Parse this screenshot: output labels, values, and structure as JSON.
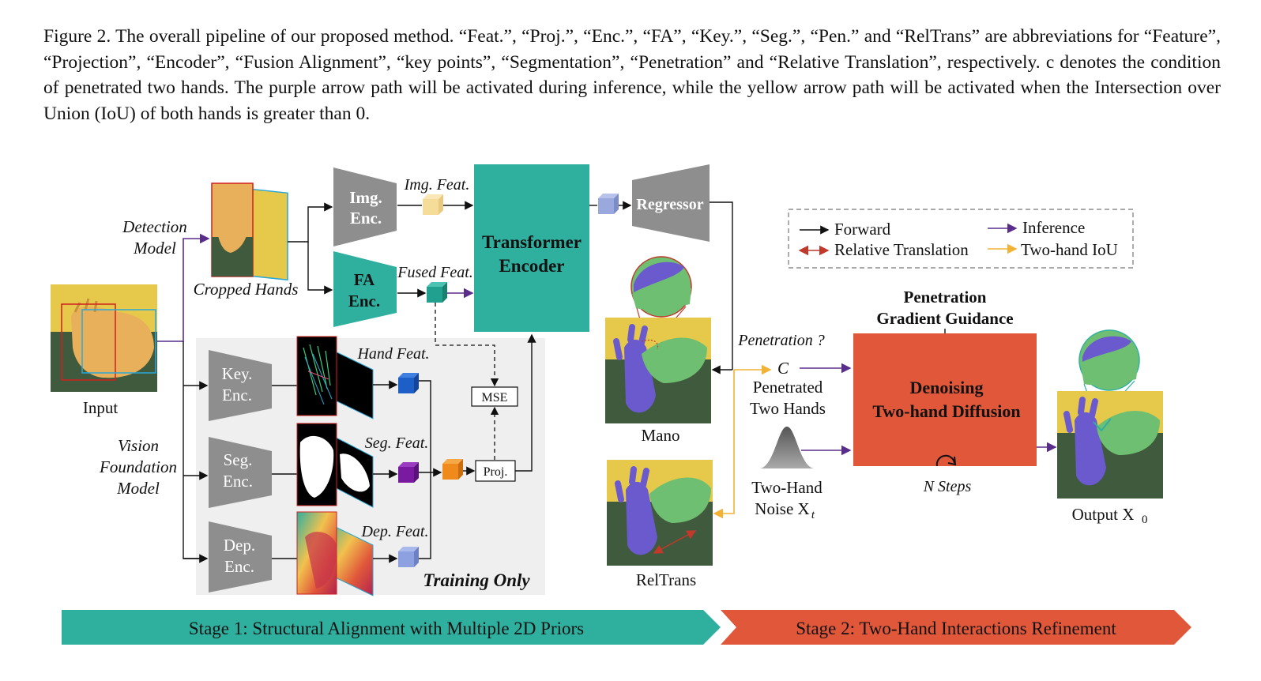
{
  "caption": {
    "text": "Figure 2. The overall pipeline of our proposed method. “Feat.”, “Proj.”, “Enc.”, “FA”, “Key.”, “Seg.”, “Pen.” and “RelTrans” are abbreviations for “Feature”, “Projection”, “Encoder”, “Fusion Alignment”, “key points”, “Segmentation”, “Penetration” and “Relative Translation”, respectively. c denotes the condition of penetrated two hands. The purple arrow path will be activated during inference, while the yellow arrow path will be activated when the Intersection over Union (IoU) of both hands is greater than 0."
  },
  "diagram": {
    "input_label": "Input",
    "detection_model": [
      "Detection",
      "Model"
    ],
    "vision_foundation_model": [
      "Vision",
      "Foundation",
      "Model"
    ],
    "cropped_hands": "Cropped Hands",
    "img_enc": [
      "Img.",
      "Enc."
    ],
    "fa_enc": [
      "FA",
      "Enc."
    ],
    "img_feat": "Img. Feat.",
    "fused_feat": "Fused Feat.",
    "transformer_encoder": [
      "Transformer",
      "Encoder"
    ],
    "regressor": "Regressor",
    "key_enc": [
      "Key.",
      "Enc."
    ],
    "seg_enc": [
      "Seg.",
      "Enc."
    ],
    "dep_enc": [
      "Dep.",
      "Enc."
    ],
    "hand_feat": "Hand Feat.",
    "seg_feat": "Seg. Feat.",
    "dep_feat": "Dep. Feat.",
    "mse": "MSE",
    "proj": "Proj.",
    "training_only": "Training Only",
    "mano": "Mano",
    "reltrans": "RelTrans",
    "penetration_q": "Penetration ?",
    "cond_symbol": "C",
    "penetrated_two_hands": [
      "Penetrated",
      "Two Hands"
    ],
    "two_hand_noise": [
      "Two-Hand",
      "Noise X"
    ],
    "noise_sub": "t",
    "pen_guidance": [
      "Penetration",
      "Gradient Guidance"
    ],
    "denoising": [
      "Denoising",
      "Two-hand Diffusion"
    ],
    "n_steps": "N Steps",
    "output": "Output X",
    "output_sub": "0",
    "legend": {
      "forward": "Forward",
      "inference": "Inference",
      "relative_translation": "Relative Translation",
      "two_hand_iou": "Two-hand IoU"
    },
    "stage1": "Stage 1: Structural Alignment with Multiple 2D Priors",
    "stage2": "Stage 2: Two-Hand Interactions Refinement"
  },
  "colors": {
    "teal": "#2fb09f",
    "orange_red": "#e0573a",
    "gray": "#8e8e8e",
    "purple": "#5a2d8c",
    "yellow": "#f2b233",
    "red": "#c0392b",
    "hand_purple": "#6a5acd",
    "hand_green": "#6fbf73",
    "skin": "#e8b05a",
    "bg_yellow": "#e6c94a",
    "bg_green": "#3f5a3c",
    "training_bg": "#efefef"
  }
}
